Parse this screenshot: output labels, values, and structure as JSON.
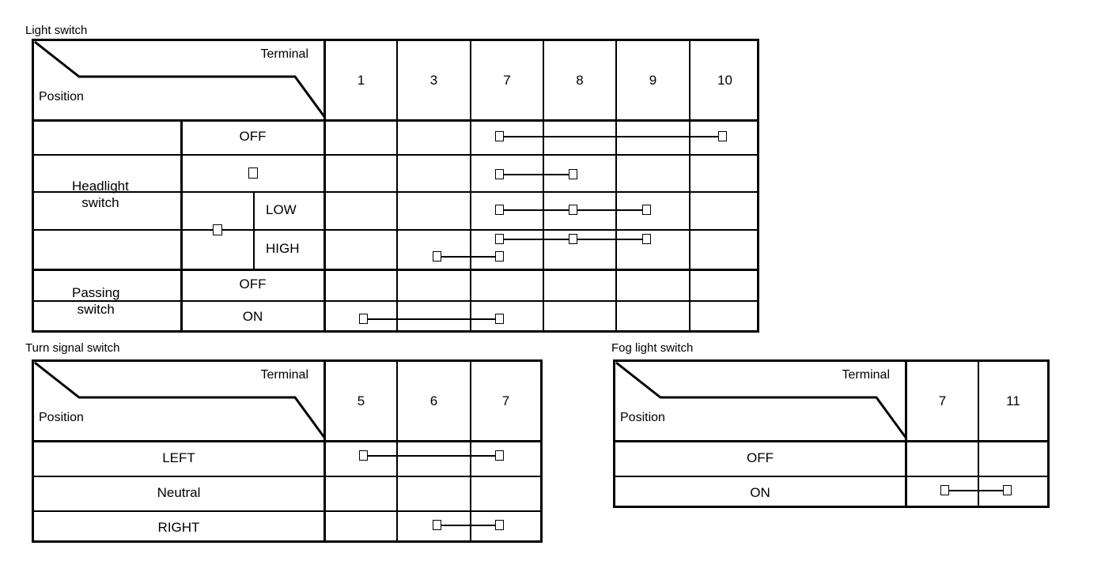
{
  "tables": [
    {
      "id": "light-switch",
      "caption": "Light switch",
      "corner": {
        "terminal_label": "Terminal",
        "position_label": "Position"
      },
      "terminals": [
        "1",
        "3",
        "7",
        "8",
        "9",
        "10"
      ],
      "groups": [
        {
          "name": "Headlight switch",
          "rows": [
            {
              "label": "OFF",
              "sub": null,
              "symbol": false,
              "connections": [
                [
                  "7",
                  "10"
                ]
              ]
            },
            {
              "label": "",
              "sub": null,
              "symbol": true,
              "connections": [
                [
                  "7",
                  "8"
                ]
              ]
            },
            {
              "label": "",
              "sub": "LOW",
              "symbol": true,
              "connections": [
                [
                  "7",
                  "8",
                  "9"
                ]
              ]
            },
            {
              "label": "",
              "sub": "HIGH",
              "symbol": true,
              "connections": [
                [
                  "7",
                  "8",
                  "9"
                ],
                [
                  "3",
                  "7"
                ]
              ]
            }
          ]
        },
        {
          "name": "Passing switch",
          "rows": [
            {
              "label": "OFF",
              "sub": null,
              "symbol": false,
              "connections": []
            },
            {
              "label": "ON",
              "sub": null,
              "symbol": false,
              "connections": [
                [
                  "1",
                  "7"
                ]
              ]
            }
          ]
        }
      ]
    },
    {
      "id": "turn-signal-switch",
      "caption": "Turn signal switch",
      "corner": {
        "terminal_label": "Terminal",
        "position_label": "Position"
      },
      "terminals": [
        "5",
        "6",
        "7"
      ],
      "rows": [
        {
          "label": "LEFT",
          "connections": [
            [
              "5",
              "7"
            ]
          ]
        },
        {
          "label": "Neutral",
          "connections": []
        },
        {
          "label": "RIGHT",
          "connections": [
            [
              "6",
              "7"
            ]
          ]
        }
      ]
    },
    {
      "id": "fog-light-switch",
      "caption": "Fog light switch",
      "corner": {
        "terminal_label": "Terminal",
        "position_label": "Position"
      },
      "terminals": [
        "7",
        "11"
      ],
      "rows": [
        {
          "label": "OFF",
          "connections": []
        },
        {
          "label": "ON",
          "connections": [
            [
              "7",
              "11"
            ]
          ]
        }
      ]
    }
  ],
  "colors": {
    "line": "#000000",
    "background": "#ffffff"
  }
}
